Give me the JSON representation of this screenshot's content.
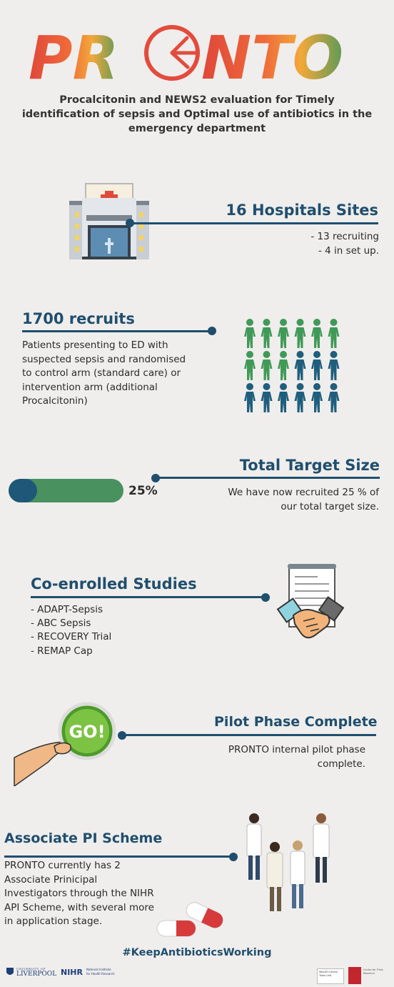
{
  "header": {
    "logo_text_left": "PR",
    "logo_text_right": "NTO",
    "subtitle": "Procalcitonin and NEWS2 evaluation for Timely identification of sepsis and Optimal use of antibiotics in the emergency department"
  },
  "hospitals": {
    "title": "16 Hospitals Sites",
    "line1": "- 13 recruiting",
    "line2": "- 4 in set up."
  },
  "recruits": {
    "title": "1700 recruits",
    "description": "Patients presenting to ED with suspected sepsis and randomised to control arm (standard care) or intervention arm (additional Procalcitonin)",
    "people_colors": [
      "#3f9a57",
      "#2f8a6e",
      "#1f5f7d"
    ]
  },
  "target": {
    "title": "Total Target Size",
    "progress_percent": 25,
    "progress_label": "25%",
    "description": "We have now recruited 25 % of our total target size."
  },
  "co_enrolled": {
    "title": "Co-enrolled Studies",
    "items": [
      "- ADAPT-Sepsis",
      "- ABC Sepsis",
      "- RECOVERY Trial",
      "- REMAP Cap"
    ]
  },
  "pilot": {
    "sign_text": "GO!",
    "title": "Pilot Phase Complete",
    "description": "PRONTO internal pilot phase complete."
  },
  "associate": {
    "title": "Associate PI Scheme",
    "description": "PRONTO currently has 2 Associate Prinicipal Investigators through the NIHR API Scheme, with several more in application stage."
  },
  "footer": {
    "hashtag": "#KeepAntibioticsWorking",
    "liverpool_small": "UNIVERSITY OF",
    "liverpool": "LIVERPOOL",
    "nihr": "NIHR",
    "nihr_sub1": "National Institute",
    "nihr_sub2": "for Health Research",
    "ctu_text": "WALES Clinical Trials Unit",
    "cardiff_text": "Centre for Trials Research"
  },
  "colors": {
    "navy": "#1f4e6e",
    "green": "#4a9160",
    "background": "#efeeec"
  }
}
